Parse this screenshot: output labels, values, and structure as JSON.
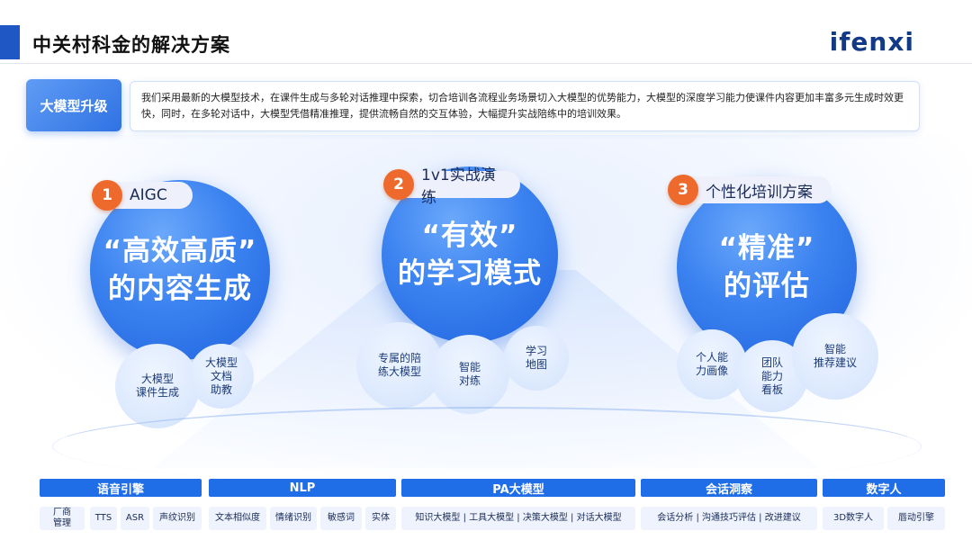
{
  "header": {
    "title": "中关村科金的解决方案",
    "logo": "ifenxi"
  },
  "intro": {
    "tag": "大模型升级",
    "text": "我们采用最新的大模型技术，在课件生成与多轮对话推理中探索，切合培训各流程业务场景切入大模型的优势能力，大模型的深度学习能力使课件内容更加丰富多元生成时效更快，同时，在多轮对话中，大模型凭借精准推理，提供流畅自然的交互体验，大幅提升实战陪练中的培训效果。"
  },
  "pillars": [
    {
      "num": "1",
      "label": "AIGC",
      "line1": "“高效高质”",
      "line2": "的内容生成",
      "bubbles": [
        "大模型\n课件生成",
        "大模型\n文档\n助教"
      ]
    },
    {
      "num": "2",
      "label": "1v1实战演练",
      "line1": "“有效”",
      "line2": "的学习模式",
      "bubbles": [
        "专属的陪\n练大模型",
        "智能\n对练",
        "学习\n地图"
      ]
    },
    {
      "num": "3",
      "label": "个性化培训方案",
      "line1": "“精准”",
      "line2": "的评估",
      "bubbles": [
        "个人能\n力画像",
        "团队\n能力\n看板",
        "智能\n推荐建议"
      ]
    }
  ],
  "categories": [
    "语音引擎",
    "NLP",
    "PA大模型",
    "会话洞察",
    "数字人"
  ],
  "items": [
    "厂商\n管理",
    "TTS",
    "ASR",
    "声纹识别",
    "文本相似度",
    "情绪识别",
    "敏感词",
    "实体",
    "知识大模型 | 工具大模型 | 决策大模型 | 对话大模型",
    "会话分析 | 沟通技巧评估 | 改进建议",
    "3D数字人",
    "唇动引擎"
  ],
  "colors": {
    "accent": "#1f6ee8",
    "badge": "#ee6a2c",
    "header_bar": "#1f57c4"
  }
}
